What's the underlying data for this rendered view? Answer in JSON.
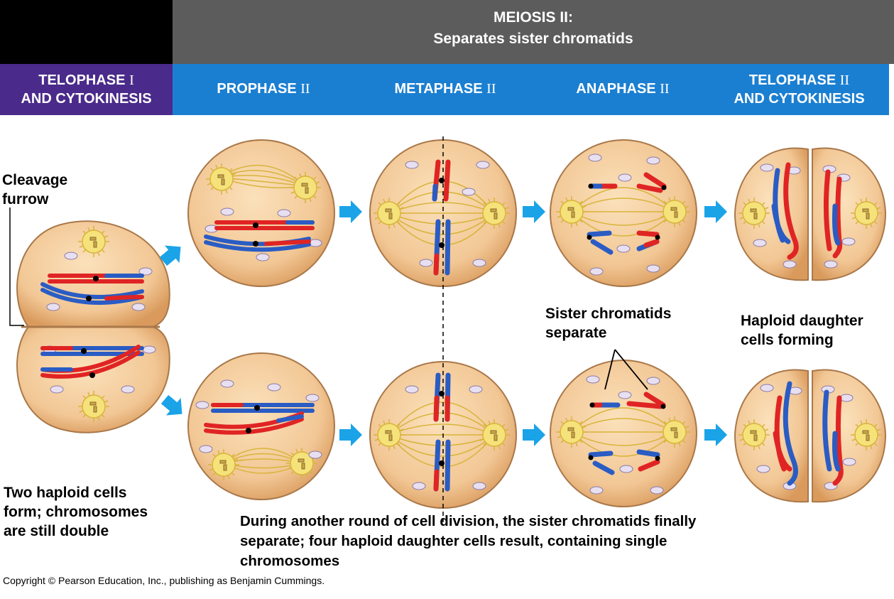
{
  "header": {
    "title_line1": "MEIOSIS II:",
    "title_line2": "Separates sister chromatids"
  },
  "phases": [
    {
      "line1": "TELOPHASE",
      "roman1": "I",
      "line2": "AND CYTOKINESIS"
    },
    {
      "line1": "PROPHASE",
      "roman1": "II"
    },
    {
      "line1": "METAPHASE",
      "roman1": "II"
    },
    {
      "line1": "ANAPHASE",
      "roman1": "II"
    },
    {
      "line1": "TELOPHASE",
      "roman1": "II",
      "line2": "AND CYTOKINESIS"
    }
  ],
  "labels": {
    "cleavage_line1": "Cleavage",
    "cleavage_line2": "furrow",
    "sister_line1": "Sister chromatids",
    "sister_line2": "separate",
    "haploid_line1": "Haploid daughter",
    "haploid_line2": "cells forming",
    "two_haploid_line1": "Two haploid cells",
    "two_haploid_line2": "form; chromosomes",
    "two_haploid_line3": "are still double"
  },
  "caption": {
    "line1": "During another round of cell division, the sister chromatids finally",
    "line2": "separate; four haploid daughter cells result, containing single",
    "line3": "chromosomes"
  },
  "copyright": "Copyright © Pearson Education, Inc., publishing as Benjamin Cummings.",
  "colors": {
    "cell_fill": "#f2c795",
    "cell_edge": "#a9784a",
    "chromosome_red": "#e02424",
    "chromosome_blue": "#2a5cc4",
    "spindle": "#d8b43a",
    "arrow": "#1ba3e8",
    "header_gray": "#5c5c5c",
    "header_purple": "#4a2a8a",
    "header_blue": "#1b7fd1"
  }
}
